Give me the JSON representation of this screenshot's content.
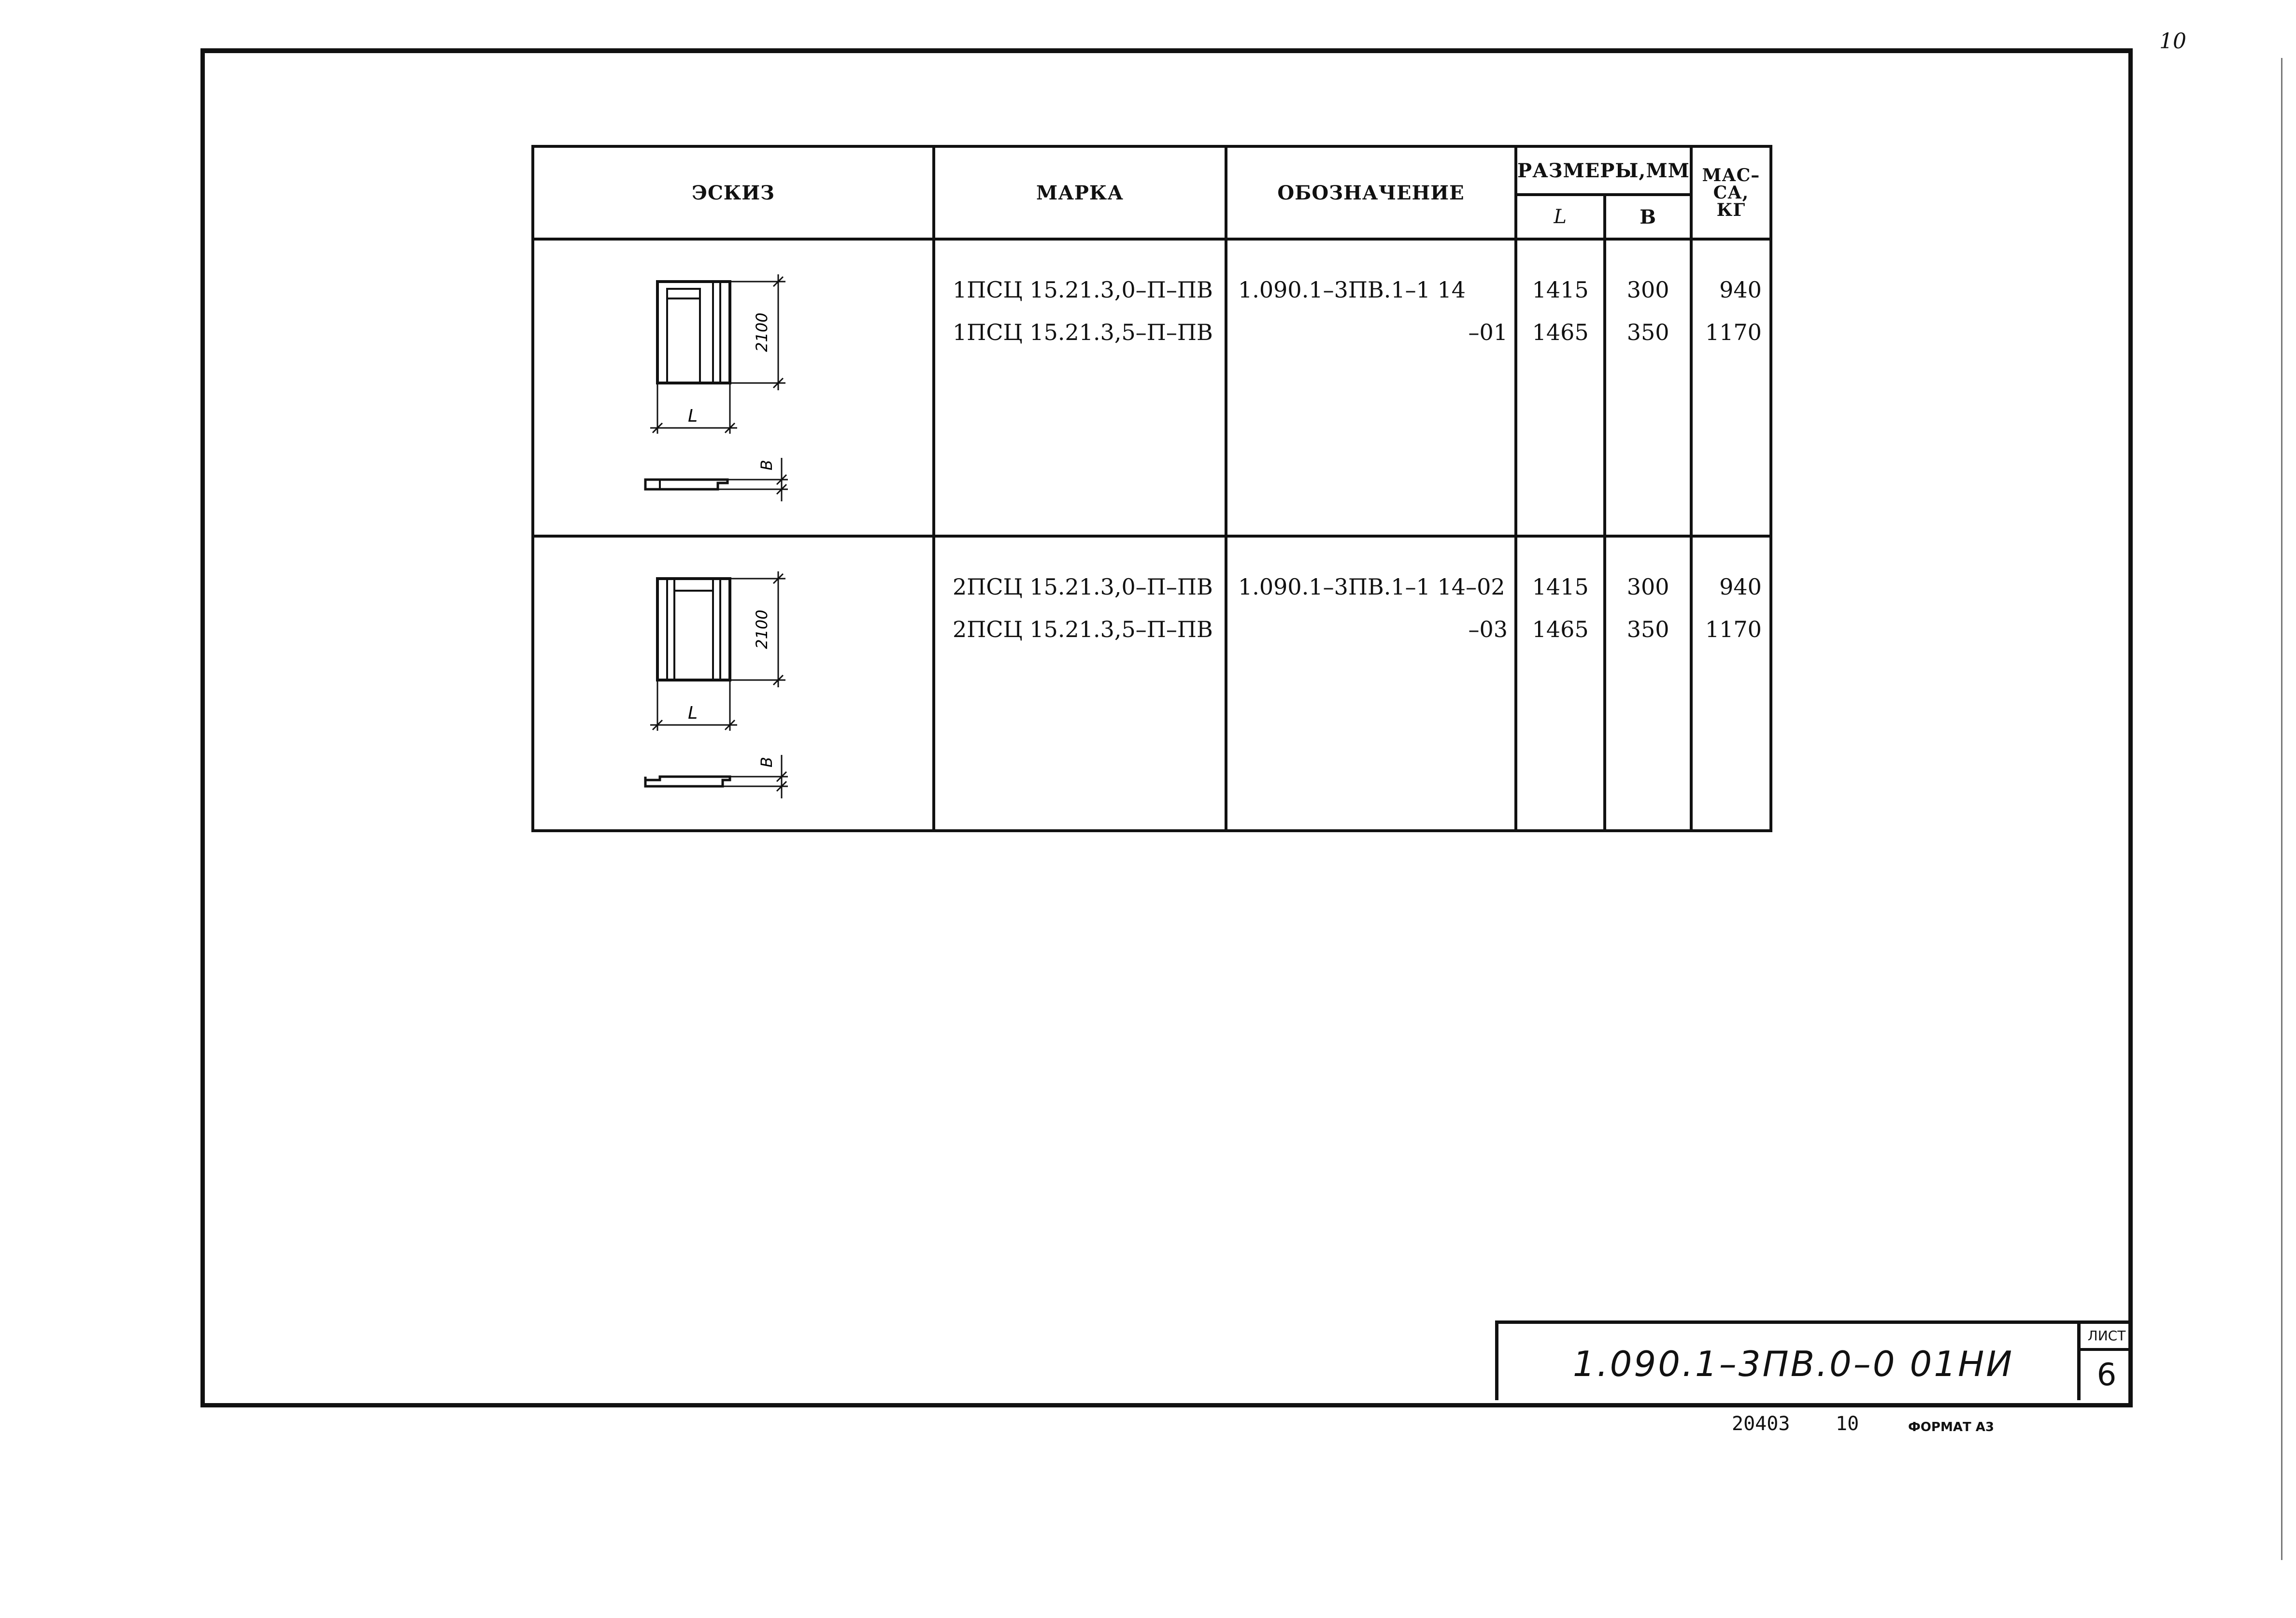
{
  "page": {
    "corner_number": "10"
  },
  "table": {
    "headers": {
      "sketch": "ЭСКИЗ",
      "mark": "МАРКА",
      "designation": "ОБОЗНАЧЕНИЕ",
      "dimensions": "РАЗМЕРЫ,ММ",
      "dim_l": "L",
      "dim_b": "В",
      "mass_line1": "МАС–",
      "mass_line2": "СА,",
      "mass_line3": "КГ"
    },
    "groups": [
      {
        "sketch_labels": {
          "height": "2100",
          "length": "L",
          "width": "В"
        },
        "rows": [
          {
            "mark": "1ПСЦ 15.21.3,0–П–ПВ",
            "designation": "1.090.1–3ПВ.1–1 14",
            "l": "1415",
            "b": "300",
            "mass": "940"
          },
          {
            "mark": "1ПСЦ 15.21.3,5–П–ПВ",
            "designation": "–01",
            "l": "1465",
            "b": "350",
            "mass": "1170"
          }
        ]
      },
      {
        "sketch_labels": {
          "height": "2100",
          "length": "L",
          "width": "В"
        },
        "rows": [
          {
            "mark": "2ПСЦ 15.21.3,0–П–ПВ",
            "designation": "1.090.1–3ПВ.1–1 14–02",
            "l": "1415",
            "b": "300",
            "mass": "940"
          },
          {
            "mark": "2ПСЦ 15.21.3,5–П–ПВ",
            "designation": "–03",
            "l": "1465",
            "b": "350",
            "mass": "1170"
          }
        ]
      }
    ]
  },
  "stamp": {
    "code": "1.090.1–3ПВ.0–0 01НИ",
    "sheet_label": "ЛИСТ",
    "sheet_number": "6"
  },
  "footer": {
    "number": "20403",
    "copy": "10",
    "format": "ФОРМАТ А3"
  }
}
